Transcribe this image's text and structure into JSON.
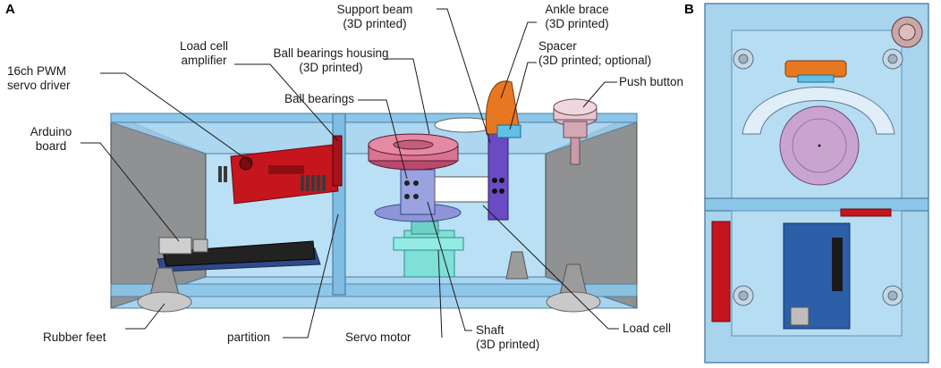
{
  "panels": {
    "a": "A",
    "b": "B"
  },
  "labels": {
    "support_beam": [
      "Support beam",
      "(3D printed)"
    ],
    "ankle_brace": [
      "Ankle brace",
      "(3D printed)"
    ],
    "spacer": [
      "Spacer",
      "(3D printed; optional)"
    ],
    "ball_bearings_housing": [
      "Ball bearings housing",
      "(3D printed)"
    ],
    "load_cell_amplifier": [
      "Load cell",
      "amplifier"
    ],
    "servo_driver": [
      "16ch PWM",
      "servo driver"
    ],
    "ball_bearings": "Ball bearings",
    "push_button": "Push button",
    "arduino_board": [
      "Arduino",
      "board"
    ],
    "rubber_feet": "Rubber feet",
    "partition": "partition",
    "servo_motor": "Servo motor",
    "shaft": [
      "Shaft",
      "(3D printed)"
    ],
    "load_cell": "Load cell"
  },
  "colors": {
    "enclosure": "#9fd0ee",
    "grey_wall": "#8f9192",
    "red_board": "#c4161c",
    "bearing_housing": "#d9738f",
    "ankle_brace": "#e87722",
    "servo": "#7fe0d8",
    "load_cell": "#6a4bc4",
    "arduino": "#2b2b2b"
  }
}
